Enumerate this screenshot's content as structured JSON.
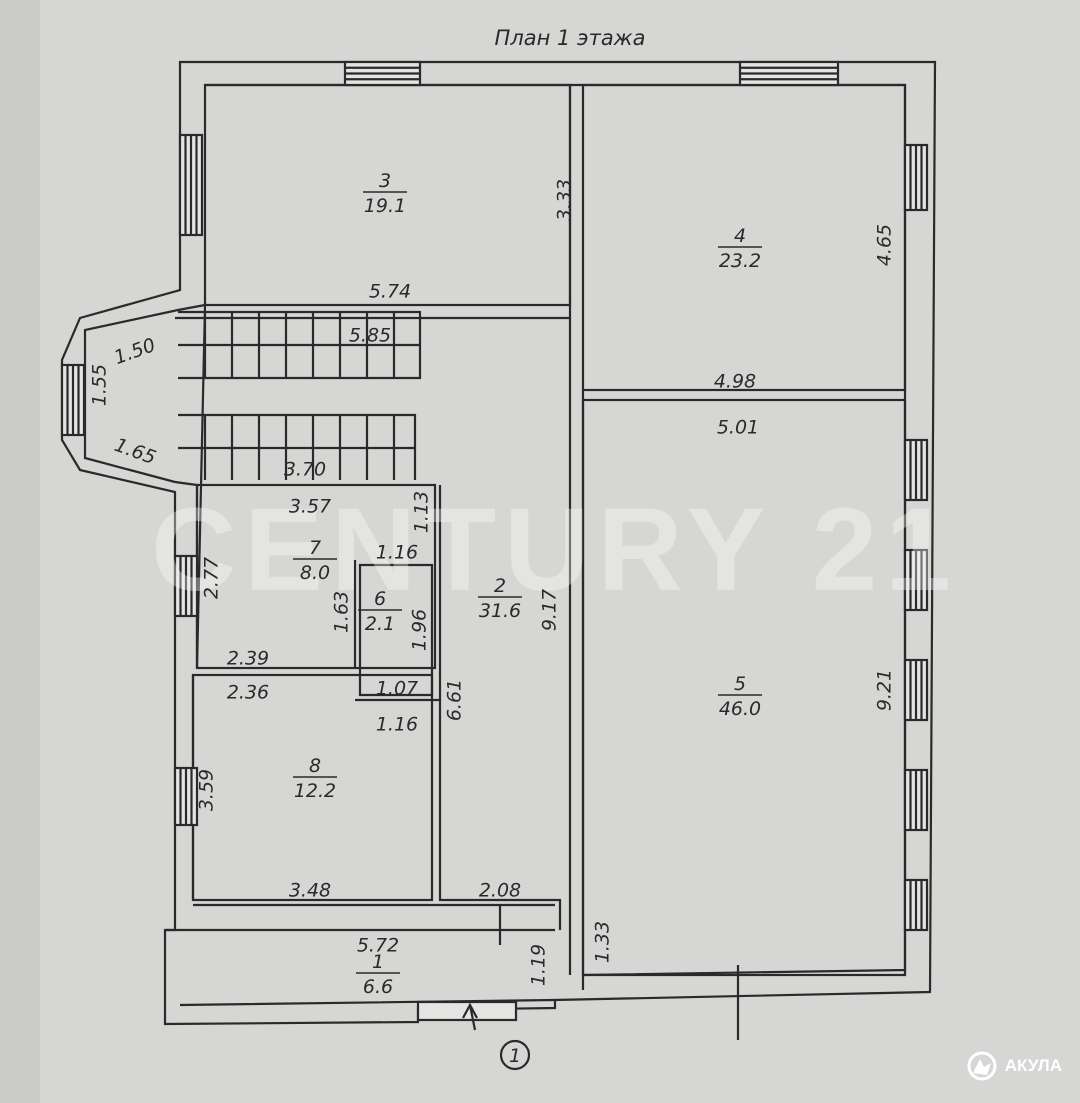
{
  "title": "План 1 этажа",
  "watermark": "CENTURY 21",
  "logo": "АКУЛА",
  "entrance_marker": "1",
  "rooms": [
    {
      "number": "1",
      "area": "6.6"
    },
    {
      "number": "2",
      "area": "31.6"
    },
    {
      "number": "3",
      "area": "19.1"
    },
    {
      "number": "4",
      "area": "23.2"
    },
    {
      "number": "5",
      "area": "46.0"
    },
    {
      "number": "6",
      "area": "2.1"
    },
    {
      "number": "7",
      "area": "8.0"
    },
    {
      "number": "8",
      "area": "12.2"
    }
  ],
  "dimensions": [
    "5.74",
    "3.33",
    "4.65",
    "4.98",
    "5.01",
    "5.85",
    "1.50",
    "1.55",
    "1.65",
    "3.70",
    "3.57",
    "1.13",
    "1.16",
    "2.77",
    "1.63",
    "1.96",
    "2.39",
    "2.36",
    "1.07",
    "1.16",
    "6.61",
    "9.17",
    "9.21",
    "3.59",
    "3.48",
    "2.08",
    "5.72",
    "1.19",
    "1.33"
  ],
  "colors": {
    "paper": "#d4d4d2",
    "ink": "#2a2a2a"
  }
}
